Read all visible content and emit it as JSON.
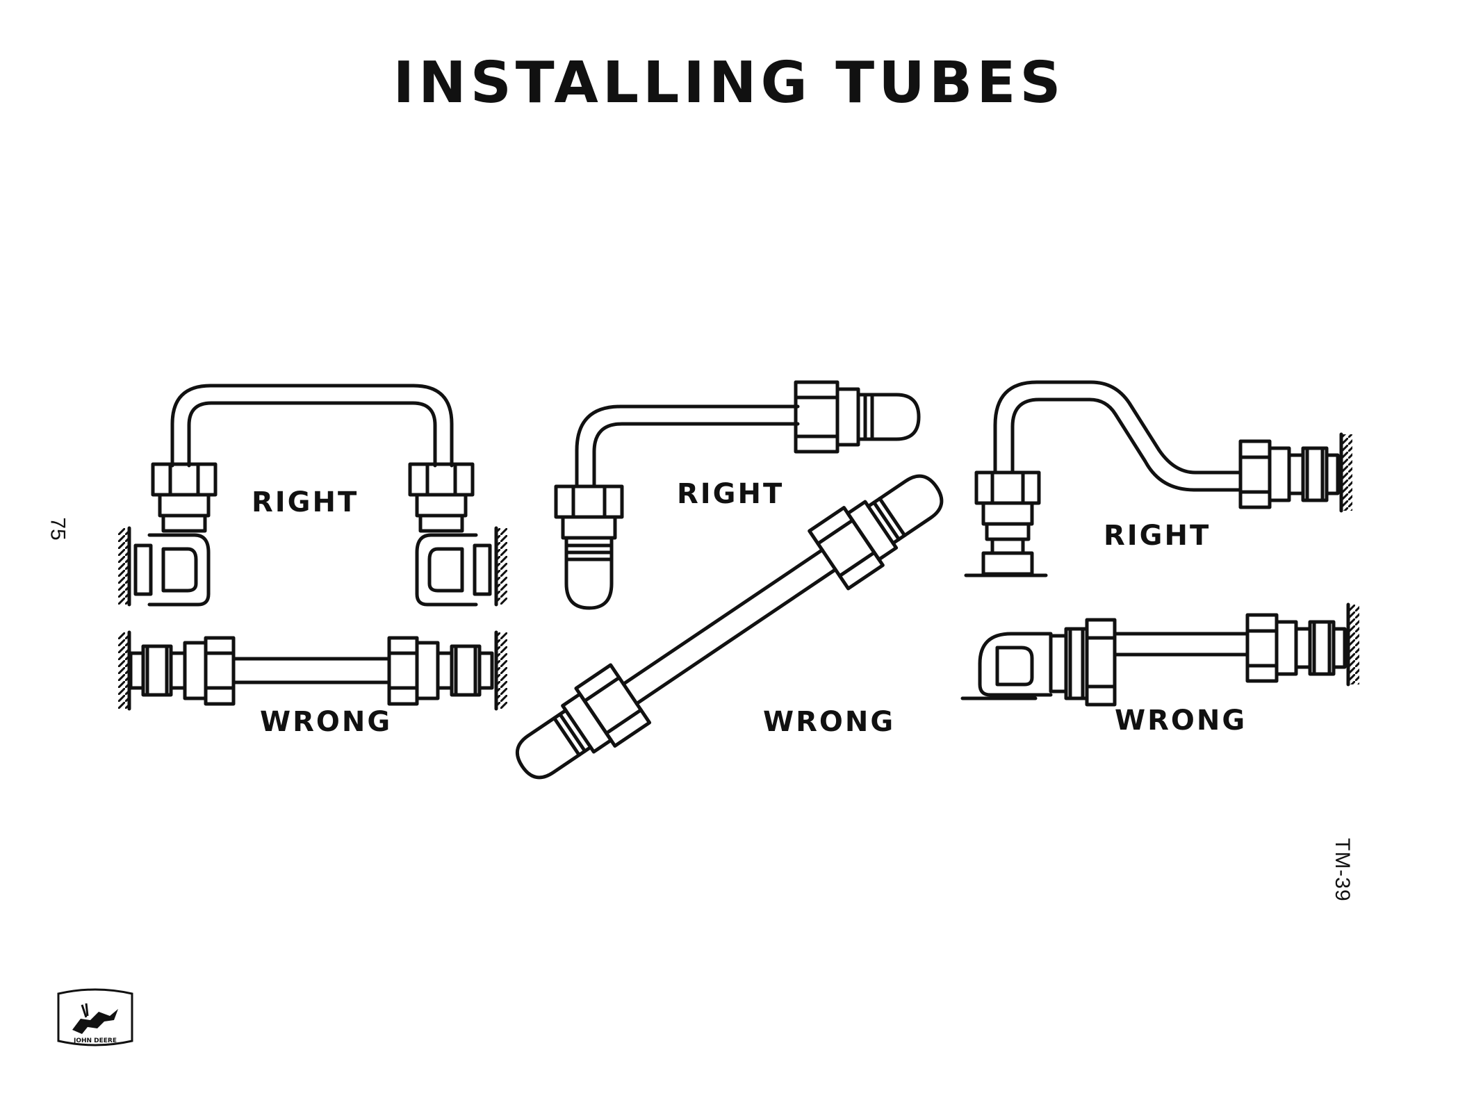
{
  "title": "INSTALLING TUBES",
  "page_number": "75",
  "document_code": "TM-39",
  "logo_text": "JOHN DEERE",
  "panels": [
    {
      "right_label": "RIGHT",
      "wrong_label": "WRONG"
    },
    {
      "right_label": "RIGHT",
      "wrong_label": "WRONG"
    },
    {
      "right_label": "RIGHT",
      "wrong_label": "WRONG"
    }
  ]
}
